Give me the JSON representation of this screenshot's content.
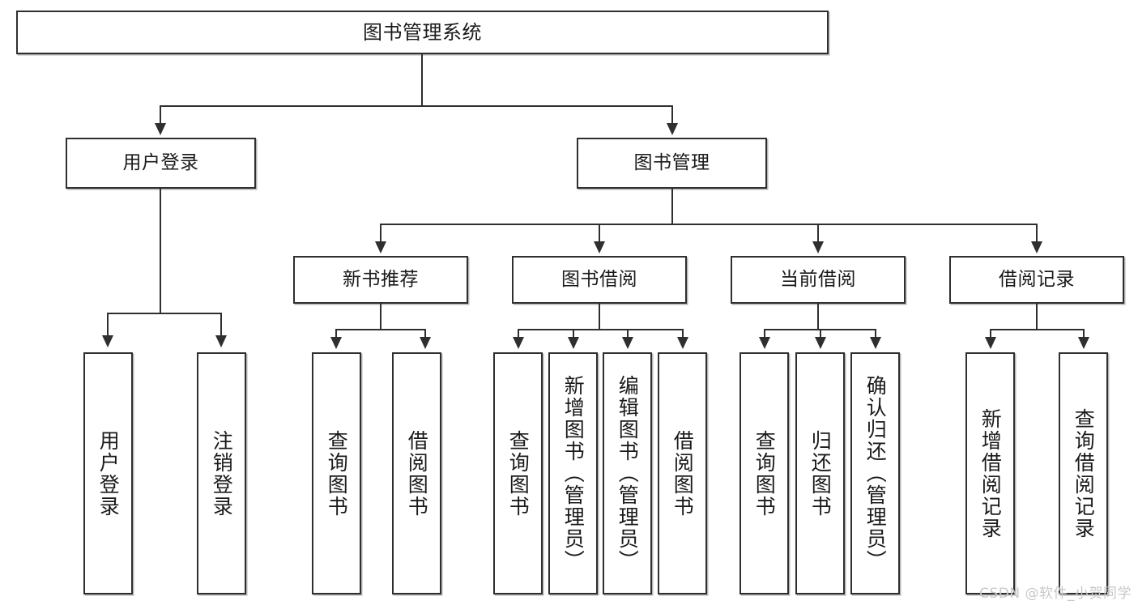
{
  "diagram": {
    "type": "tree-hierarchy",
    "title": "图书管理系统",
    "background_color": "#ffffff",
    "line_color": "#2f2f2f",
    "text_color": "#1a1a1a"
  },
  "root": {
    "label": "图书管理系统"
  },
  "level2": [
    {
      "label": "用户登录"
    },
    {
      "label": "图书管理"
    }
  ],
  "level3": [
    {
      "label": "新书推荐"
    },
    {
      "label": "图书借阅"
    },
    {
      "label": "当前借阅"
    },
    {
      "label": "借阅记录"
    }
  ],
  "leaves": {
    "user_login": [
      {
        "label": "用户登录"
      },
      {
        "label": "注销登录"
      }
    ],
    "new_book_recommend": [
      {
        "label": "查询图书"
      },
      {
        "label": "借阅图书"
      }
    ],
    "book_borrow": [
      {
        "label": "查询图书"
      },
      {
        "label": "新增图书（管理员）"
      },
      {
        "label": "编辑图书（管理员）"
      },
      {
        "label": "借阅图书"
      }
    ],
    "current_borrow": [
      {
        "label": "查询图书"
      },
      {
        "label": "归还图书"
      },
      {
        "label": "确认归还（管理员）"
      }
    ],
    "borrow_record": [
      {
        "label": "新增借阅记录"
      },
      {
        "label": "查询借阅记录"
      }
    ]
  },
  "watermark": {
    "text": "CSDN @软件_小贺同学",
    "color": "#c8c8c8"
  }
}
